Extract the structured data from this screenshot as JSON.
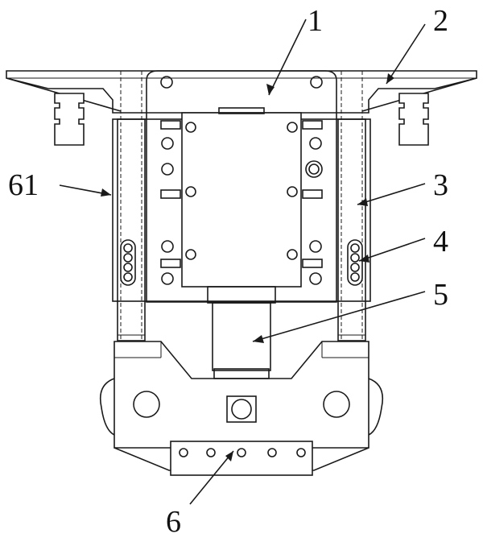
{
  "figure": {
    "callouts": [
      {
        "id": "1",
        "text": "1"
      },
      {
        "id": "2",
        "text": "2"
      },
      {
        "id": "3",
        "text": "3"
      },
      {
        "id": "4",
        "text": "4"
      },
      {
        "id": "5",
        "text": "5"
      },
      {
        "id": "6",
        "text": "6"
      },
      {
        "id": "61",
        "text": "61"
      }
    ]
  }
}
